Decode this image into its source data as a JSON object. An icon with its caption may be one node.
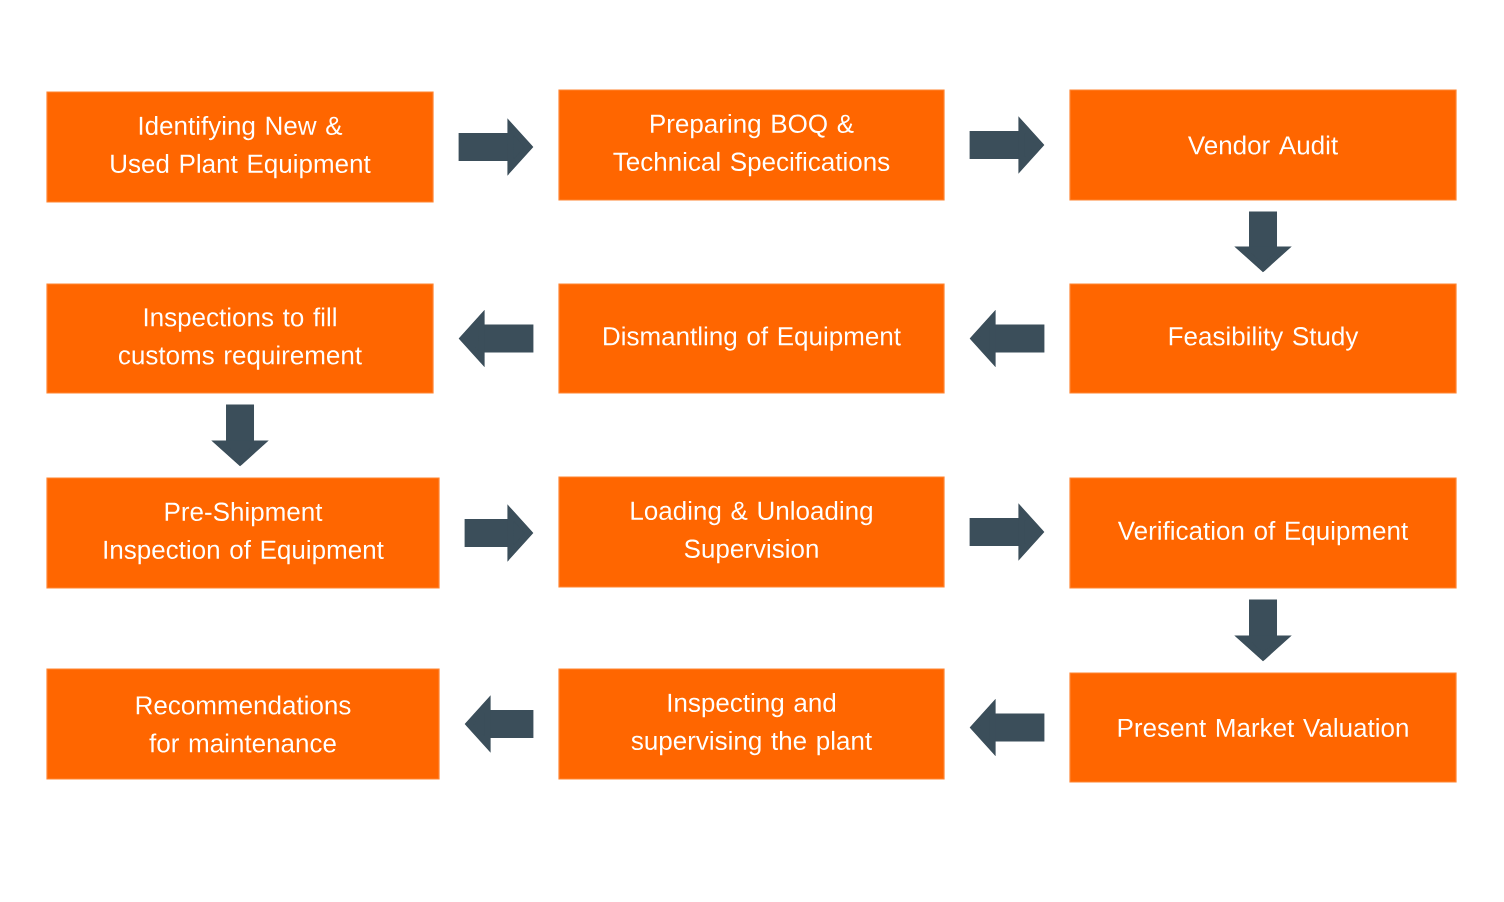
{
  "diagram": {
    "nodes": [
      {
        "text": [
          "Identifying New & Used Plant Equipment"
        ]
      },
      {
        "text": [
          "Preparing BOQ & Technical Specifications"
        ]
      },
      {
        "text": [
          "Vendor Audit"
        ]
      },
      {
        "text": [
          "Inspections to fill customs requirement"
        ]
      },
      {
        "text": [
          "Dismantling of Equipment"
        ]
      },
      {
        "text": [
          "Feasibility Study"
        ]
      },
      {
        "text": [
          "Pre-Shipment Inspection of Equipment"
        ]
      },
      {
        "text": [
          "Loading & Unloading Supervision"
        ]
      },
      {
        "text": [
          "Verification of Equipment"
        ]
      },
      {
        "text": [
          "Recommendations for maintenance"
        ]
      },
      {
        "text": [
          "Inspecting and supervising the plant"
        ]
      },
      {
        "text": [
          "Present Market Valuation"
        ]
      }
    ],
    "edges": [
      {
        "from": 0,
        "to": 1,
        "arrow": "to"
      },
      {
        "from": 1,
        "to": 2,
        "arrow": "to"
      },
      {
        "from": 2,
        "to": 5,
        "arrow": "to"
      },
      {
        "from": 5,
        "to": 4,
        "arrow": "to"
      },
      {
        "from": 4,
        "to": 3,
        "arrow": "to"
      },
      {
        "from": 3,
        "to": 6,
        "arrow": "to"
      },
      {
        "from": 6,
        "to": 7,
        "arrow": "to"
      },
      {
        "from": 7,
        "to": 8,
        "arrow": "to"
      },
      {
        "from": 8,
        "to": 11,
        "arrow": "to"
      },
      {
        "from": 11,
        "to": 10,
        "arrow": "to"
      },
      {
        "from": 10,
        "to": 9,
        "arrow": "to"
      }
    ]
  }
}
